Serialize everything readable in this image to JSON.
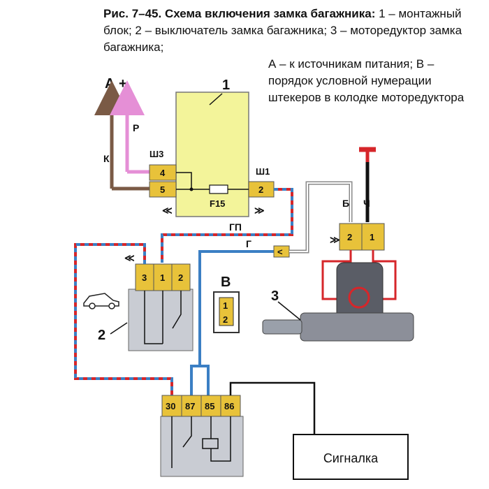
{
  "caption": {
    "figure": "Рис. 7–45.",
    "title": "Схема включения замка багажника:",
    "items": "1 – монтажный блок; 2 – выключатель замка багажника; 3 – моторедуктор замка багажника;",
    "notes": "А – к источникам питания; В – порядок условной нумерации штекеров в колодке моторедуктора"
  },
  "labels": {
    "supply": "А +",
    "k": "К",
    "p": "Р",
    "block_num": "1",
    "switch_num": "2",
    "motor_num": "3",
    "sh3": "Ш3",
    "sh1": "Ш1",
    "pin4": "4",
    "pin5": "5",
    "pin2_block": "2",
    "fuse": "F15",
    "gp": "ГП",
    "g": "Г",
    "b": "Б",
    "ch": "Ч",
    "motor_pin2": "2",
    "motor_pin1": "1",
    "sw_pin3": "3",
    "sw_pin1": "1",
    "sw_pin2": "2",
    "v": "В",
    "v_pin1": "1",
    "v_pin2": "2",
    "relay_30": "30",
    "relay_87": "87",
    "relay_85": "85",
    "relay_86": "86",
    "signal": "Сигналка"
  },
  "colors": {
    "block_yellow": "#f3f49a",
    "pin_yellow": "#e8c23a",
    "wire_brown": "#7a5a45",
    "wire_pink": "#e58fd6",
    "wire_red": "#d6262a",
    "wire_blue": "#3b7fc4",
    "wire_black": "#111111",
    "box_gray": "#c9ccd3"
  }
}
